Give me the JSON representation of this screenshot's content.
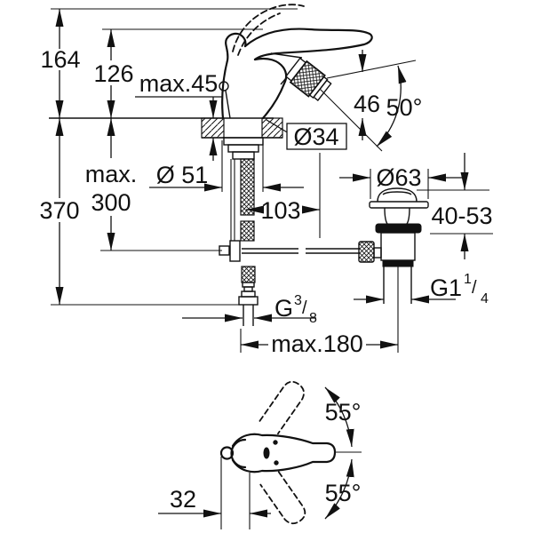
{
  "drawing": {
    "kind": "technical-dimension-drawing",
    "views": [
      "side-view-with-installation",
      "top-view-handle-swivel"
    ]
  },
  "colors": {
    "line": "#111111",
    "background": "#ffffff"
  },
  "labels": {
    "h164": "164",
    "h126": "126",
    "max45": "max.45",
    "h370": "370",
    "max300_l1": "max.",
    "max300_l2": "300",
    "d51": "Ø 51",
    "reach103": "103",
    "d34": "Ø34",
    "h46": "46",
    "a50": "50°",
    "d63": "Ø63",
    "r4053": "40-53",
    "g114_base": "G1",
    "g114_sup": "1",
    "g114_slash": "/",
    "g114_sub": "4",
    "g38_base": "G",
    "g38_sup": "3",
    "g38_slash": "/",
    "g38_sub": "8",
    "max180": "max.180",
    "a55_top": "55°",
    "a55_bottom": "55°",
    "w32": "32"
  }
}
